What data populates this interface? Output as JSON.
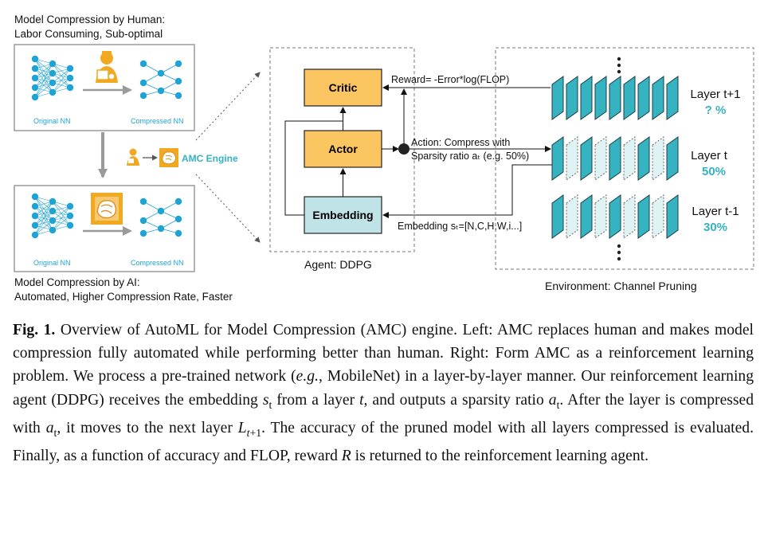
{
  "left": {
    "human_title_line1": "Model Compression by Human:",
    "human_title_line2": "Labor Consuming, Sub-optimal",
    "ai_title_line1": "Model Compression by AI:",
    "ai_title_line2": "Automated, Higher Compression Rate, Faster",
    "original_label": "Original NN",
    "compressed_label": "Compressed NN",
    "engine_label": "AMC Engine"
  },
  "agent": {
    "critic": "Critic",
    "actor": "Actor",
    "embedding": "Embedding",
    "label": "Agent: DDPG",
    "reward": "Reward= -Error*log(FLOP)",
    "action_line1": "Action: Compress with",
    "action_line2": "Sparsity ratio aₜ (e.g. 50%)",
    "embedding_state": "Embedding sₜ=[N,C,H,W,i...]"
  },
  "environment": {
    "label": "Environment: Channel Pruning",
    "layers": [
      {
        "name": "Layer t+1",
        "value": "? %"
      },
      {
        "name": "Layer t",
        "value": "50%"
      },
      {
        "name": "Layer t-1",
        "value": "30%"
      }
    ]
  },
  "colors": {
    "box_fill": "#fbc562",
    "embedding_fill": "#bfe3e6",
    "teal": "#35b3c1",
    "pale_teal": "#dff3f5",
    "blue_node": "#1fa3d4",
    "gold": "#f1a922"
  },
  "caption": {
    "fig_label": "Fig. 1.",
    "text": "Overview of AutoML for Model Compression (AMC) engine. Left: AMC replaces human and makes model compression fully automated while performing better than human. Right: Form AMC as a reinforcement learning problem. We process a pre-trained network (e.g., MobileNet) in a layer-by-layer manner. Our reinforcement learning agent (DDPG) receives the embedding st from a layer t, and outputs a sparsity ratio at. After the layer is compressed with at, it moves to the next layer Lt+1. The accuracy of the pruned model with all layers compressed is evaluated. Finally, as a function of accuracy and FLOP, reward R is returned to the reinforcement learning agent."
  }
}
